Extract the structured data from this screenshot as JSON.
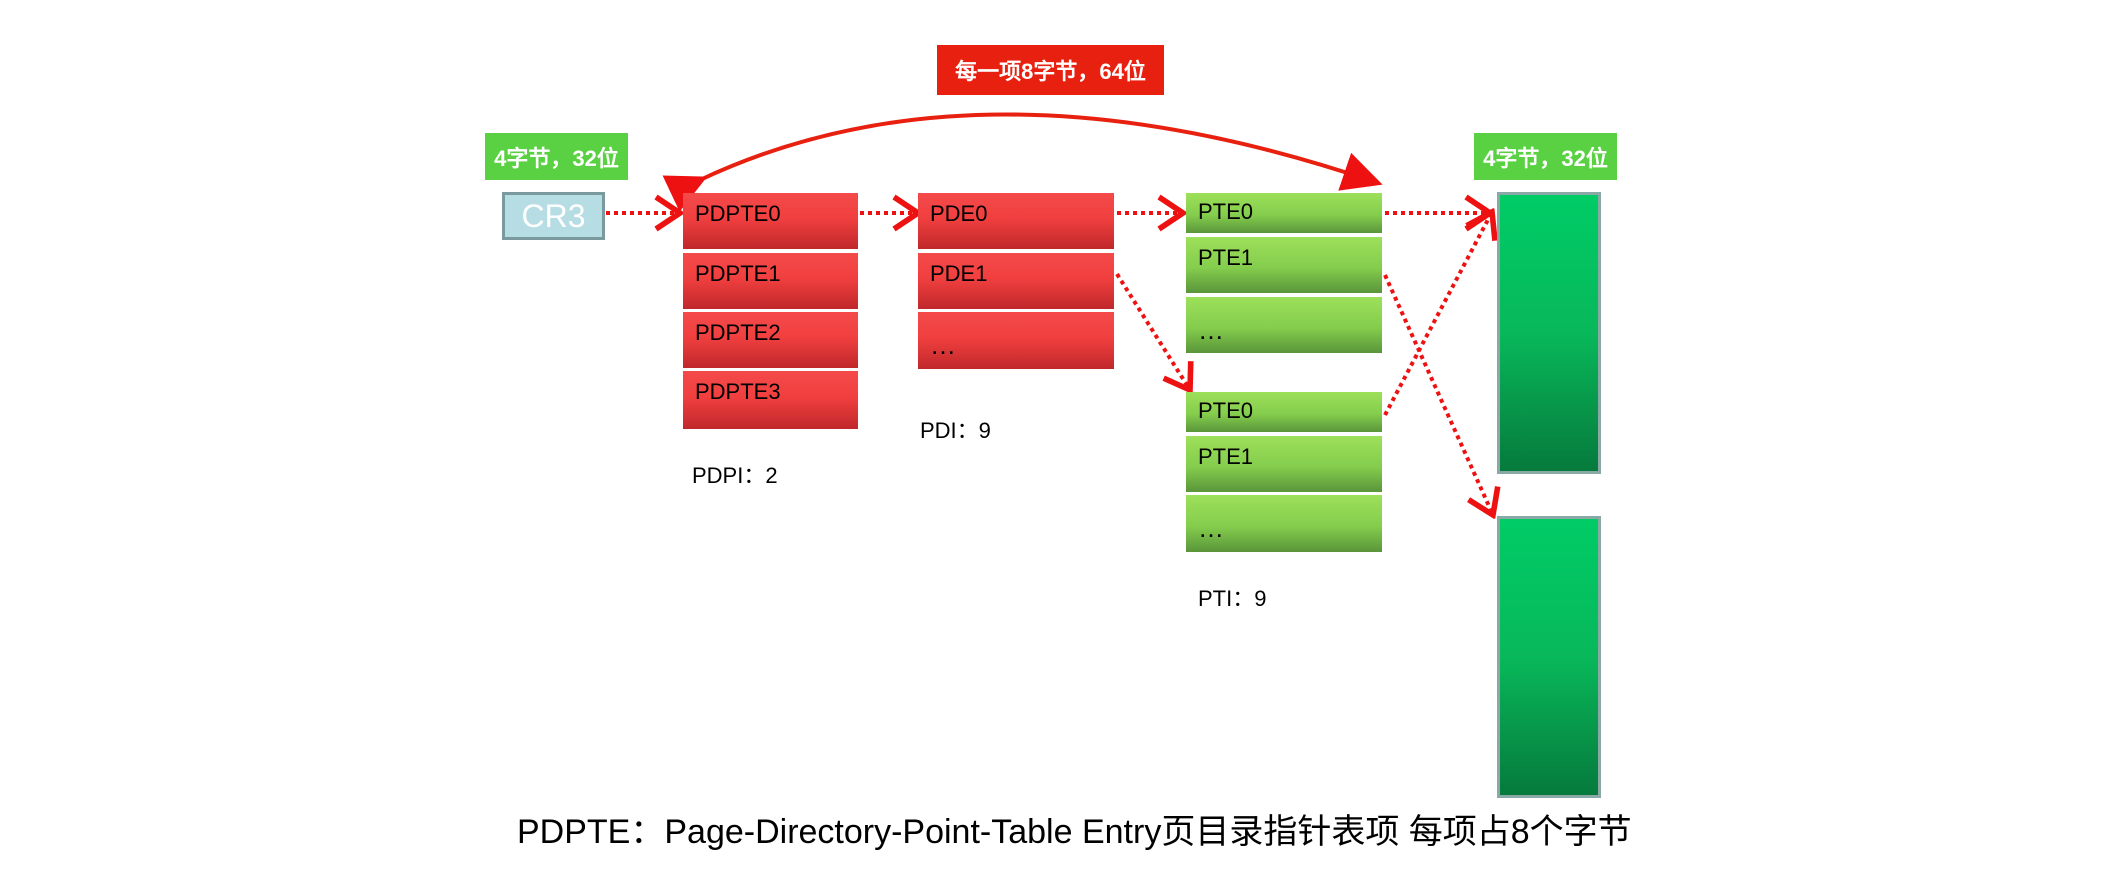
{
  "tags": {
    "left_size": "4字节，32位",
    "right_size": "4字节，32位",
    "entry_size": "每一项8字节，64位"
  },
  "cr3": "CR3",
  "pdpt": {
    "entries": [
      "PDPTE0",
      "PDPTE1",
      "PDPTE2",
      "PDPTE3"
    ],
    "index_label": "PDPI：2"
  },
  "pd": {
    "entries": [
      "PDE0",
      "PDE1",
      "…"
    ],
    "index_label": "PDI：9"
  },
  "pt_upper": {
    "entries": [
      "PTE0",
      "PTE1",
      "…"
    ]
  },
  "pt_lower": {
    "entries": [
      "PTE0",
      "PTE1",
      "…"
    ],
    "index_label": "PTI：9"
  },
  "caption": "PDPTE：Page-Directory-Point-Table  Entry页目录指针表项 每项占8个字节",
  "colors": {
    "arrow": "#ee1111",
    "red_tag": "#e8200f",
    "green_tag": "#5ad143",
    "page": "#00cc66"
  }
}
